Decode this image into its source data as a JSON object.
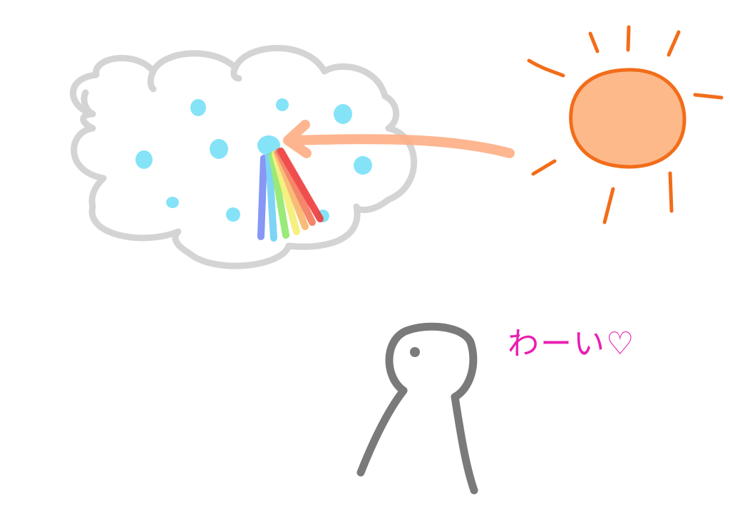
{
  "caption": {
    "text": "わーい",
    "heart": "♡"
  },
  "colors": {
    "cloud": "#d4d4d4",
    "raindrop": "#85e3f8",
    "sun_fill": "#fdb98a",
    "sun_stroke": "#f26d1a",
    "arrow": "#fdae84",
    "person": "#7a7a7a",
    "caption": "#e81fb0",
    "rainbow": [
      "#7b8cf5",
      "#6fd0f5",
      "#8ee86a",
      "#f5ef73",
      "#f9b56a",
      "#f47a5c",
      "#ef3b3b"
    ]
  },
  "icons": [
    "cloud-drawing",
    "sun-drawing",
    "arrow-drawing",
    "rainbow-drawing",
    "person-drawing"
  ]
}
